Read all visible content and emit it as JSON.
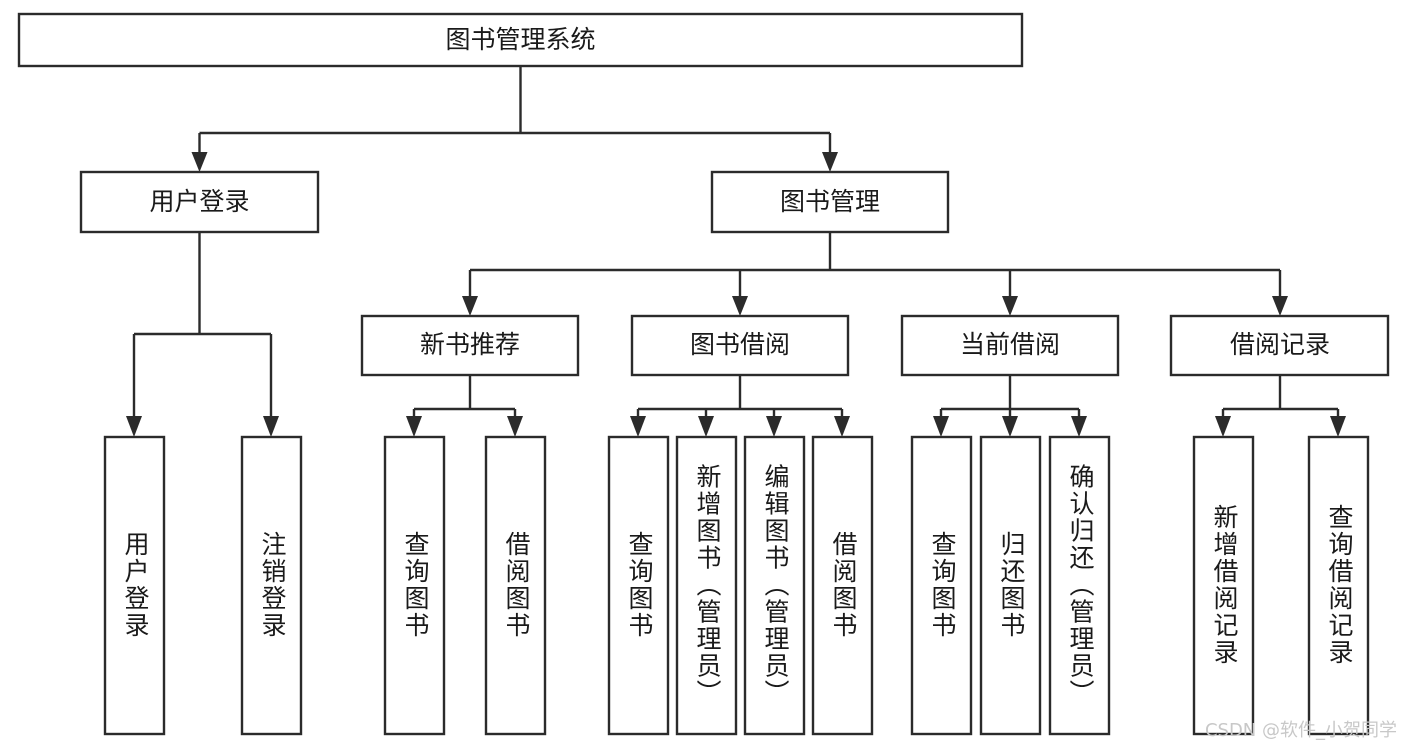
{
  "diagram": {
    "type": "tree-hierarchy-chart",
    "title": "图书管理系统",
    "watermark": "CSDN @软件_小贺同学",
    "colors": {
      "box_stroke": "#2b2b2b",
      "box_fill": "#ffffff",
      "text": "#1a1a1a",
      "background": "#ffffff",
      "watermark": "#c8c8c8"
    },
    "root": {
      "label": "图书管理系统"
    },
    "level2": [
      {
        "label": "用户登录"
      },
      {
        "label": "图书管理"
      }
    ],
    "level3": [
      {
        "label": "新书推荐"
      },
      {
        "label": "图书借阅"
      },
      {
        "label": "当前借阅"
      },
      {
        "label": "借阅记录"
      }
    ],
    "leaves": {
      "user_login": [
        {
          "label": "用户登录"
        },
        {
          "label": "注销登录"
        }
      ],
      "new_book_recommend": [
        {
          "label": "查询图书"
        },
        {
          "label": "借阅图书"
        }
      ],
      "book_borrow": [
        {
          "label": "查询图书"
        },
        {
          "label": "新增图书（管理员）"
        },
        {
          "label": "编辑图书（管理员）"
        },
        {
          "label": "借阅图书"
        }
      ],
      "current_borrow": [
        {
          "label": "查询图书"
        },
        {
          "label": "归还图书"
        },
        {
          "label": "确认归还（管理员）"
        }
      ],
      "borrow_record": [
        {
          "label": "新增借阅记录"
        },
        {
          "label": "查询借阅记录"
        }
      ]
    }
  }
}
